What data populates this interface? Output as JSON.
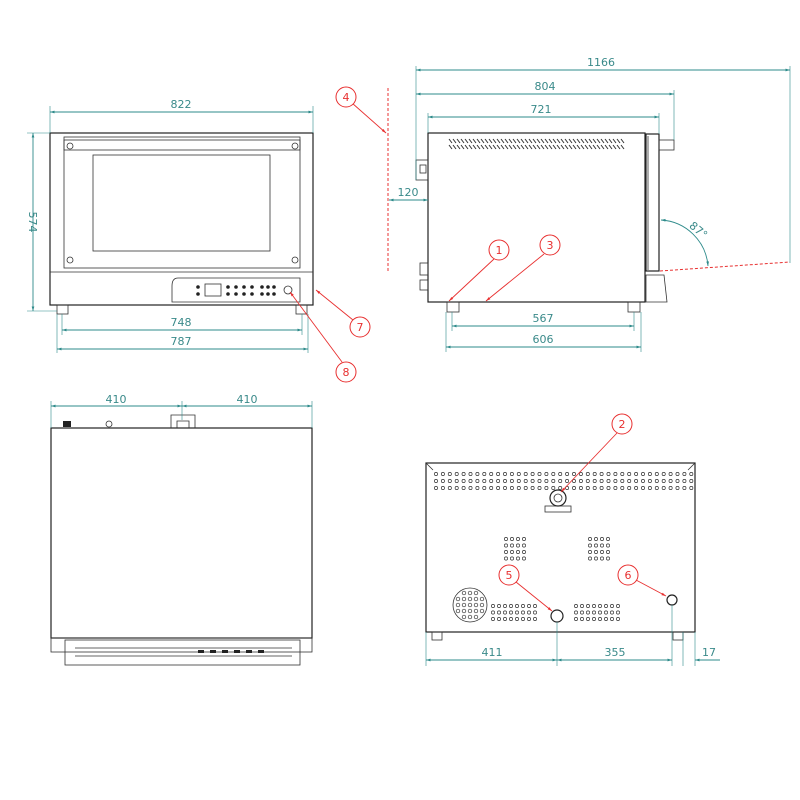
{
  "colors": {
    "dimension": "#2e8b8b",
    "callout": "#e83030",
    "outline": "#222222"
  },
  "front_view": {
    "dims": {
      "width": "822",
      "height": "574",
      "feet_inner": "748",
      "feet_outer": "787"
    },
    "callouts": {
      "c7": "7",
      "c8": "8"
    }
  },
  "side_view": {
    "dims": {
      "total_open": "1166",
      "depth_handle": "804",
      "depth_body": "721",
      "wall_clearance": "120",
      "feet_inner": "567",
      "feet_outer": "606",
      "door_angle": "87°"
    },
    "callouts": {
      "c1": "1",
      "c3": "3",
      "c4": "4"
    }
  },
  "top_view": {
    "dims": {
      "left_half": "410",
      "right_half": "410"
    }
  },
  "back_view": {
    "dims": {
      "to_drain": "411",
      "drain_to_water": "355",
      "water_offset": "17"
    },
    "callouts": {
      "c2": "2",
      "c5": "5",
      "c6": "6"
    }
  }
}
